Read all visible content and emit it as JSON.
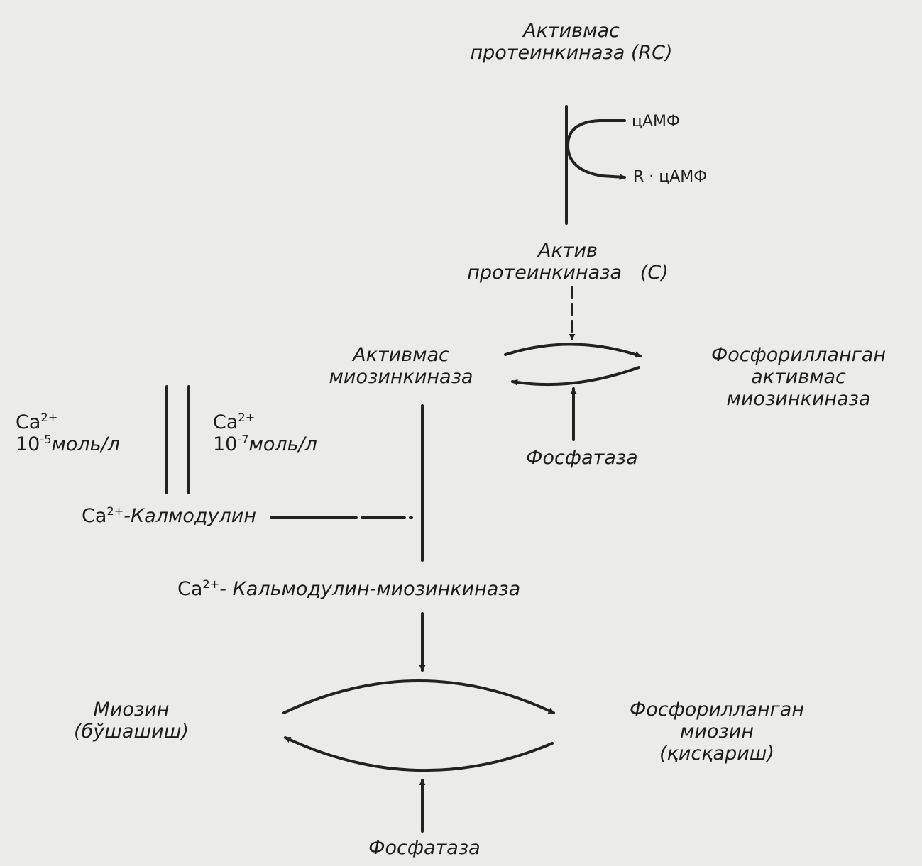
{
  "nodes": {
    "inactive_pk": {
      "line1": "Активмас",
      "line2": "протеинкиназа (RC)"
    },
    "camp": "цАМФ",
    "r_camp": "R · цАМФ",
    "active_pk": {
      "line1": "Актив",
      "line2": "протеинкиназа   (С)"
    },
    "inactive_mlck": {
      "line1": "Активмас",
      "line2": "миозинкиназа"
    },
    "phos_inactive_mlck": {
      "line1": "Фосфорилланган",
      "line2": "активмас",
      "line3": "миозинкиназа"
    },
    "phosphatase_top": "Фосфатаза",
    "ca_high": {
      "ion": "Ca",
      "charge": "2+",
      "conc": "10",
      "exp": "-5",
      "unit": "моль/л"
    },
    "ca_low": {
      "ion": "Ca",
      "charge": "2+",
      "conc": "10",
      "exp": "-7",
      "unit": "моль/л"
    },
    "ca_calmodulin": {
      "ion": "Ca",
      "charge": "2+",
      "name": "-Калмодулин"
    },
    "ca_calmodulin_mlck": {
      "ion": "Ca",
      "charge": "2+",
      "name": "- Кальмодулин-миозинкиназа"
    },
    "myosin": {
      "line1": "Миозин",
      "line2": "(бўшашиш)"
    },
    "phos_myosin": {
      "line1": "Фосфорилланган",
      "line2": "миозин",
      "line3": "(қисқариш)"
    },
    "phosphatase_bottom": "Фосфатаза"
  }
}
